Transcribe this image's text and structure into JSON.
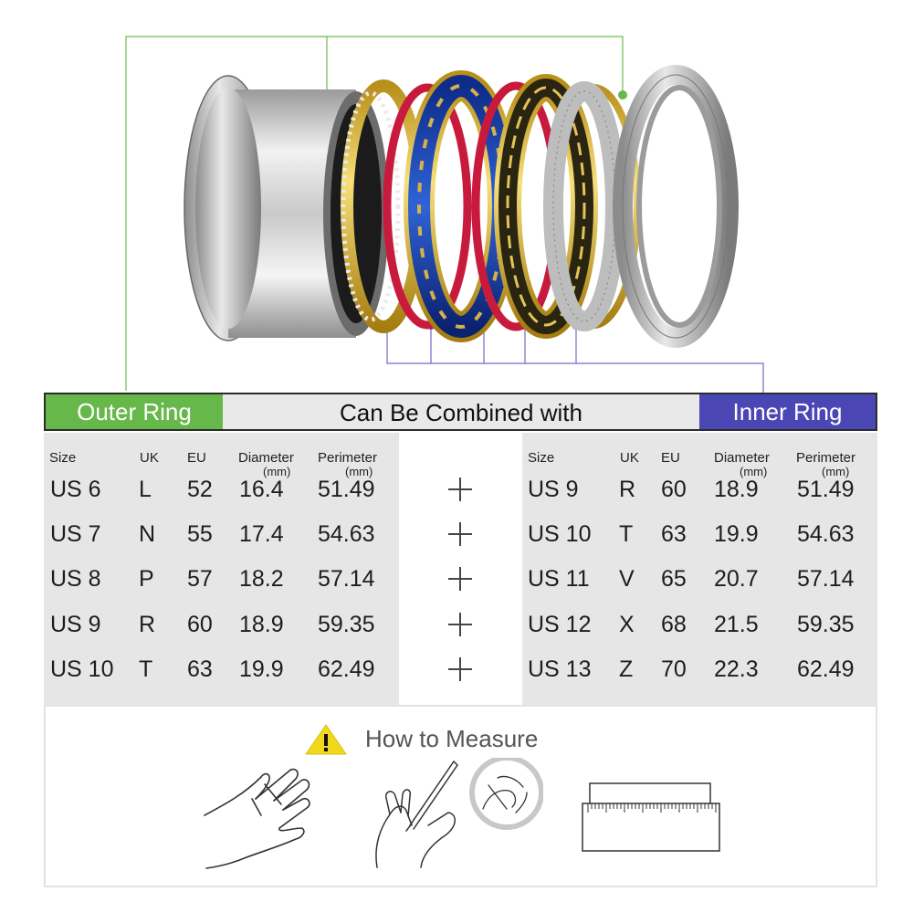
{
  "header": {
    "outer_ring": "Outer Ring",
    "combined": "Can Be Combined with",
    "inner_ring": "Inner Ring"
  },
  "columns": {
    "size": "Size",
    "uk": "UK",
    "eu": "EU",
    "diameter": "Diameter",
    "perimeter": "Perimeter",
    "unit": "(mm)"
  },
  "outer_rows": [
    {
      "size": "US 6",
      "uk": "L",
      "eu": "52",
      "diameter": "16.4",
      "perimeter": "51.49"
    },
    {
      "size": "US 7",
      "uk": "N",
      "eu": "55",
      "diameter": "17.4",
      "perimeter": "54.63"
    },
    {
      "size": "US 8",
      "uk": "P",
      "eu": "57",
      "diameter": "18.2",
      "perimeter": "57.14"
    },
    {
      "size": "US 9",
      "uk": "R",
      "eu": "60",
      "diameter": "18.9",
      "perimeter": "59.35"
    },
    {
      "size": "US 10",
      "uk": "T",
      "eu": "63",
      "diameter": "19.9",
      "perimeter": "62.49"
    }
  ],
  "inner_rows": [
    {
      "size": "US 9",
      "uk": "R",
      "eu": "60",
      "diameter": "18.9",
      "perimeter": "51.49"
    },
    {
      "size": "US 10",
      "uk": "T",
      "eu": "63",
      "diameter": "19.9",
      "perimeter": "54.63"
    },
    {
      "size": "US 11",
      "uk": "V",
      "eu": "65",
      "diameter": "20.7",
      "perimeter": "57.14"
    },
    {
      "size": "US 12",
      "uk": "X",
      "eu": "68",
      "diameter": "21.5",
      "perimeter": "59.35"
    },
    {
      "size": "US 13",
      "uk": "Z",
      "eu": "70",
      "diameter": "22.3",
      "perimeter": "62.49"
    }
  ],
  "measure": {
    "title": "How to Measure",
    "warning_icon": "warning-triangle-icon"
  },
  "colors": {
    "outer_green": "#67b84a",
    "inner_blue": "#4a47b5",
    "panel_gray": "#e6e6e6"
  }
}
